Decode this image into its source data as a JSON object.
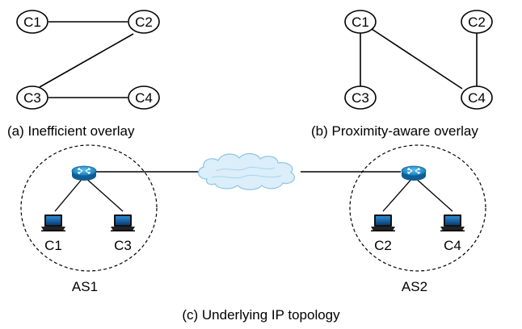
{
  "overlay_a": {
    "nodes": [
      "C1",
      "C2",
      "C3",
      "C4"
    ],
    "caption": "(a) Inefficient overlay"
  },
  "overlay_b": {
    "nodes": [
      "C1",
      "C2",
      "C3",
      "C4"
    ],
    "caption": "(b) Proximity-aware overlay"
  },
  "topology": {
    "as1": {
      "label": "AS1",
      "hosts": [
        "C1",
        "C3"
      ]
    },
    "as2": {
      "label": "AS2",
      "hosts": [
        "C2",
        "C4"
      ]
    },
    "caption": "(c) Underlying IP topology"
  },
  "colors": {
    "router": "#1f8fc9",
    "cloud": "#d6ecf8",
    "laptop": "#0d0d0d",
    "laptop_screen": "#1a6fb8"
  },
  "icons": [
    "router-icon",
    "cloud-icon",
    "laptop-icon"
  ]
}
